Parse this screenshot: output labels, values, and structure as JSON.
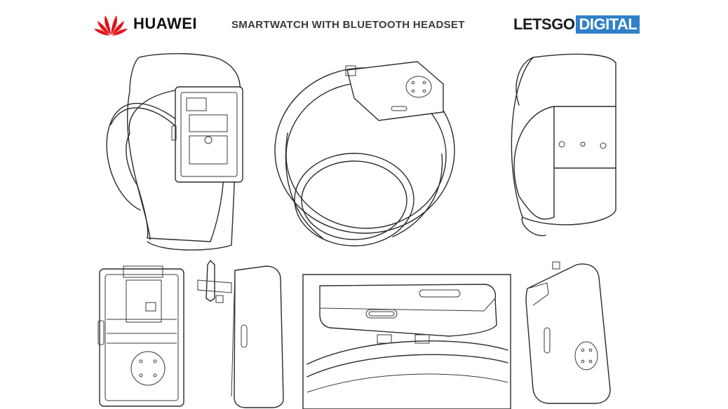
{
  "header": {
    "brand_left": "HUAWEI",
    "title": "SMARTWATCH WITH BLUETOOTH HEADSET",
    "brand_right_part1": "LETSGO",
    "brand_right_part2": "DIGITAL"
  },
  "colors": {
    "huawei_red": "#e1141c",
    "letsgo_blue": "#2f80c9",
    "line_ink": "#2a2a2a"
  },
  "figures": [
    "watch-open-module-view",
    "watch-perspective-top-view",
    "watch-side-contacts-view",
    "module-front-open-view",
    "earpiece-side-view",
    "detail-connector-view",
    "module-back-view"
  ]
}
